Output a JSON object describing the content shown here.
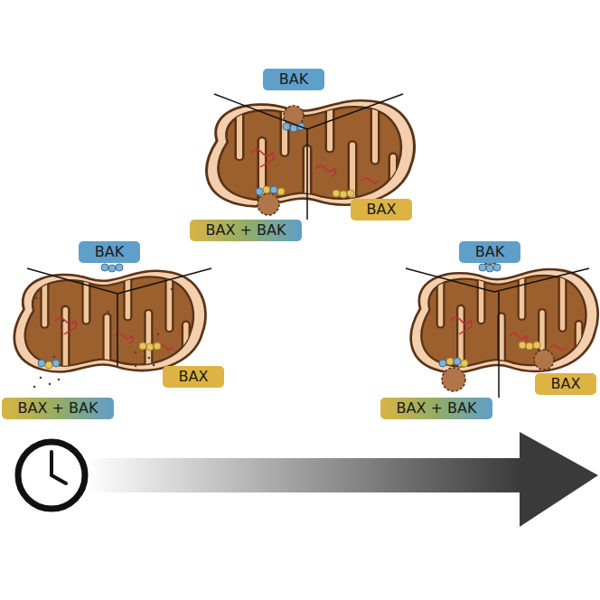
{
  "diagram": {
    "nodes": [
      {
        "text": [
          "BAK"
        ]
      },
      {
        "text": [
          "BAX + BAK"
        ]
      },
      {
        "text": [
          "BAX"
        ]
      },
      {
        "text": [
          "BAK"
        ]
      },
      {
        "text": [
          "BAX"
        ]
      },
      {
        "text": [
          "BAX + BAK"
        ]
      },
      {
        "text": [
          "BAK"
        ]
      },
      {
        "text": [
          "BAX"
        ]
      },
      {
        "text": [
          "BAX + BAK"
        ]
      }
    ]
  }
}
